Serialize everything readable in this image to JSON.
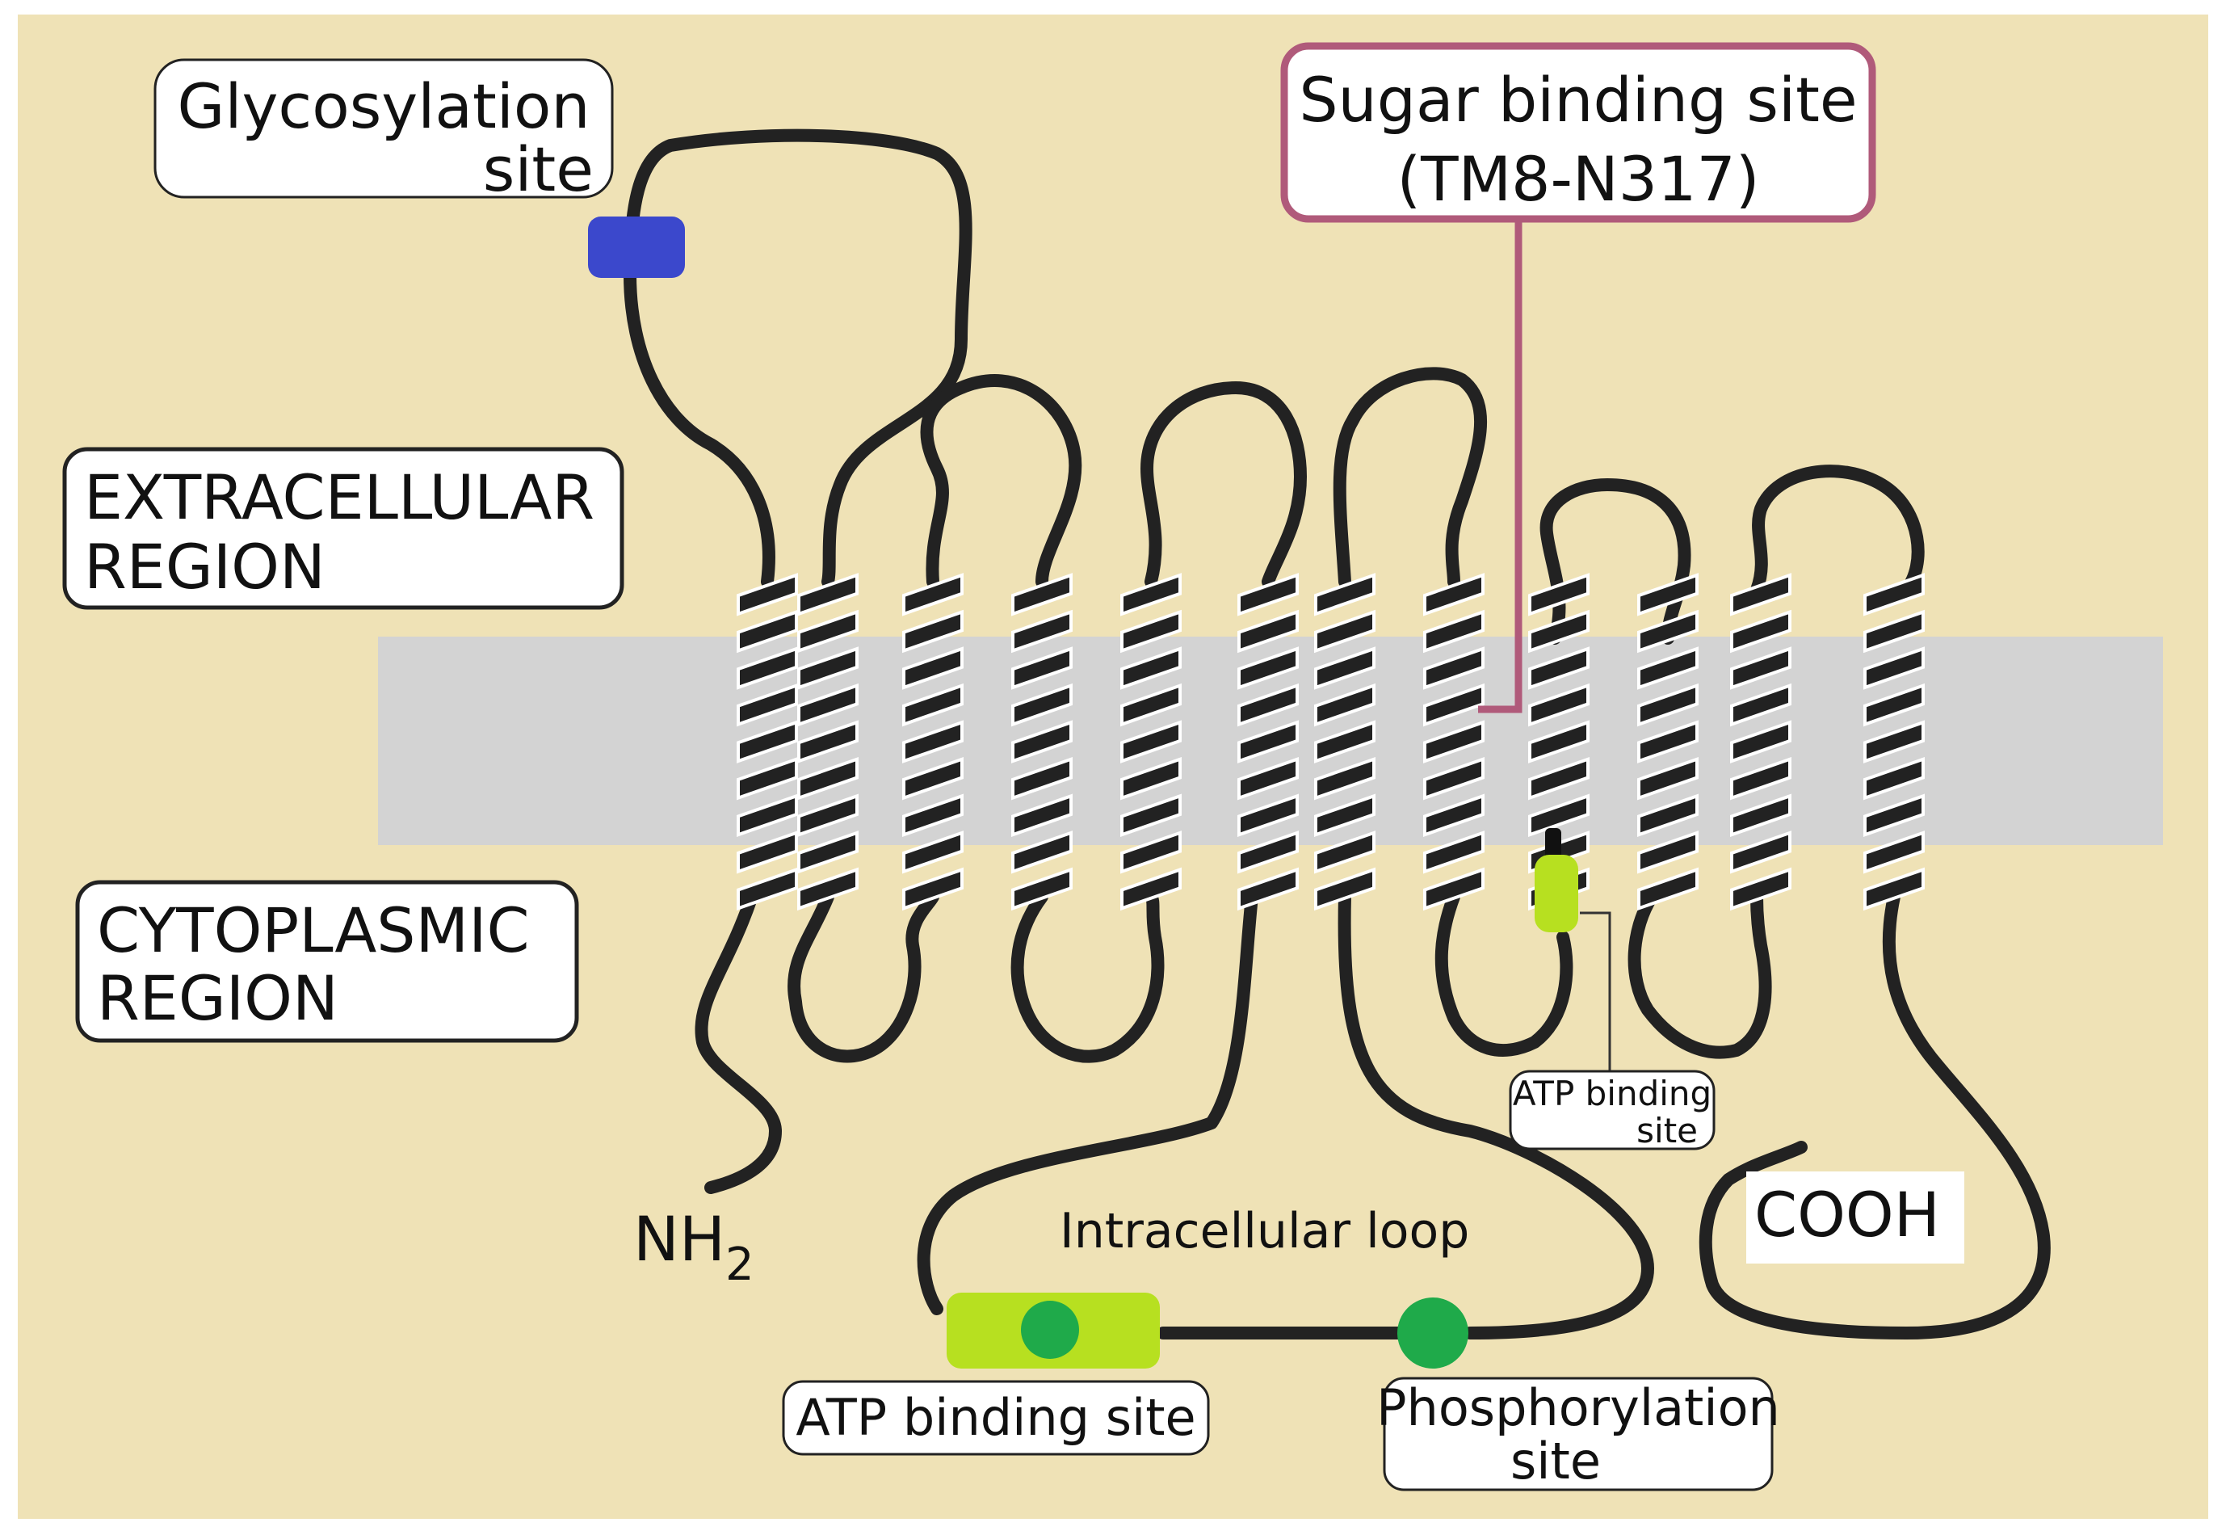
{
  "labels": {
    "glycosylation_line1": "Glycosylation",
    "glycosylation_line2": "site",
    "sugar_line1": "Sugar binding site",
    "sugar_line2": "(TM8-N317)",
    "extracellular_line1": "EXTRACELLULAR",
    "extracellular_line2": "REGION",
    "cytoplasmic_line1": "CYTOPLASMIC",
    "cytoplasmic_line2": "REGION",
    "nh2_main": "NH",
    "nh2_sub": "2",
    "cooh": "COOH",
    "intracellular_loop": "Intracellular loop",
    "atp_small_line1": "ATP binding",
    "atp_small_line2": "site",
    "atp_large": "ATP binding site",
    "phospho_line1": "Phosphorylation",
    "phospho_line2": "site"
  },
  "colors": {
    "background": "#efe2b6",
    "membrane": "#d3d3d3",
    "chain": "#222222",
    "glycosylation_marker": "#3b48cc",
    "sugar_box_border": "#b05a7a",
    "atp_marker": "#b7e020",
    "phospho_marker": "#1faa4a"
  },
  "helix_count": 12
}
